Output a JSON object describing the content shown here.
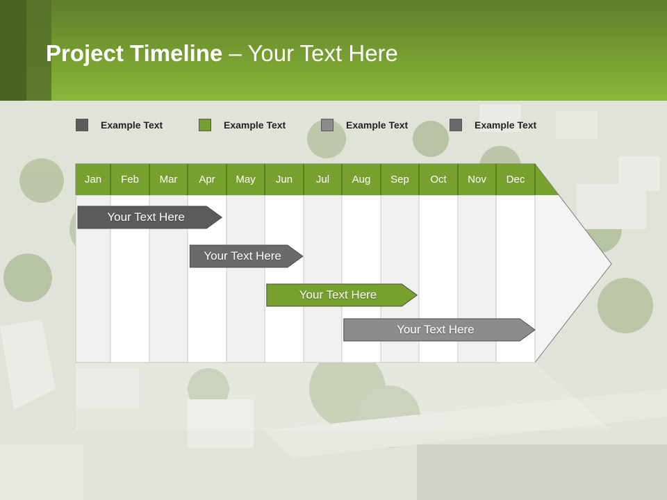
{
  "slide": {
    "title_bold": "Project Timeline",
    "title_rest": " – Your Text Here"
  },
  "legend": [
    {
      "label": "Example Text",
      "color": "#5b5b5b"
    },
    {
      "label": "Example Text",
      "color": "#77a02f"
    },
    {
      "label": "Example Text",
      "color": "#8c8c8c"
    },
    {
      "label": "Example Text",
      "color": "#6a6a6a"
    }
  ],
  "months": [
    "Jan",
    "Feb",
    "Mar",
    "Apr",
    "May",
    "Jun",
    "Jul",
    "Aug",
    "Sep",
    "Oct",
    "Nov",
    "Dec"
  ],
  "tasks": [
    {
      "label": "Your  Text Here",
      "start_month": "Jan",
      "end_month": "Apr",
      "color": "#5b5b5b"
    },
    {
      "label": "Your  Text Here",
      "start_month": "Apr",
      "end_month": "Jun",
      "color": "#6a6a6a"
    },
    {
      "label": "Your  Text Here",
      "start_month": "Jun",
      "end_month": "Sep",
      "color": "#77a02f"
    },
    {
      "label": "Your  Text Here",
      "start_month": "Aug",
      "end_month": "Dec",
      "color": "#8c8c8c"
    }
  ],
  "colors": {
    "accent_green": "#77a02f",
    "header_green": "#7ba332"
  }
}
